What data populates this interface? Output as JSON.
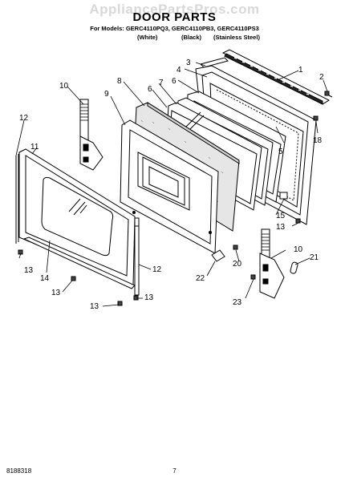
{
  "header": {
    "watermark": "AppliancePartsPros.com",
    "title": "DOOR PARTS",
    "models": "For Models: GERC4110PQ3, GERC4110PB3, GERC4110PS3",
    "variants": [
      "(White)",
      "(Black)",
      "(Stainless Steel)"
    ]
  },
  "callouts": [
    "1",
    "2",
    "3",
    "4",
    "5",
    "6",
    "6",
    "7",
    "8",
    "9",
    "10",
    "10",
    "11",
    "12",
    "12",
    "13",
    "13",
    "13",
    "13",
    "13",
    "14",
    "15",
    "18",
    "20",
    "21",
    "22",
    "23"
  ],
  "footer": {
    "doc_number": "8188318",
    "page": "7"
  }
}
